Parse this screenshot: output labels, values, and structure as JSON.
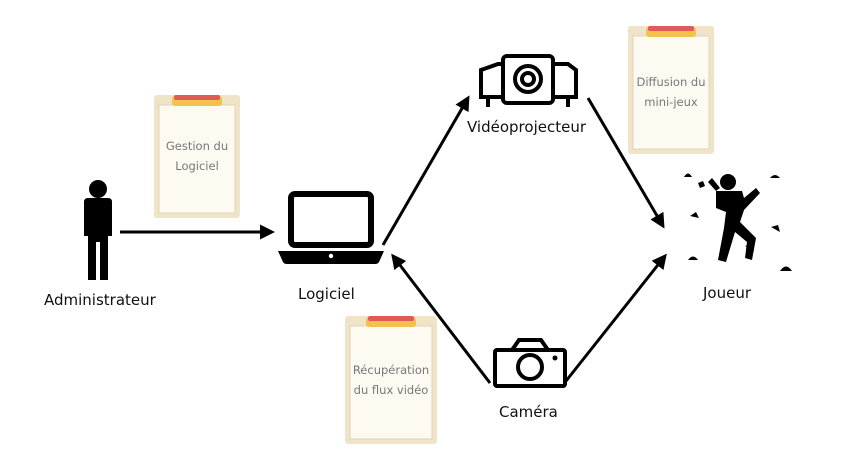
{
  "nodes": {
    "administrator": {
      "label": "Administrateur"
    },
    "software": {
      "label": "Logiciel"
    },
    "projector": {
      "label": "Vidéoprojecteur"
    },
    "camera": {
      "label": "Caméra"
    },
    "player": {
      "label": "Joueur"
    }
  },
  "notes": {
    "software_management": {
      "lines": [
        "Gestion du",
        "Logiciel"
      ]
    },
    "minigames_broadcast": {
      "lines": [
        "Diffusion du",
        "mini-jeux"
      ]
    },
    "video_feed_retrieval": {
      "lines": [
        "Récupération",
        "du flux vidéo"
      ]
    }
  },
  "colors": {
    "ink": "#000000",
    "clipboard_paper": "#fdfaf2",
    "clipboard_board": "#efe3c8",
    "clipboard_clip": "#e05a58",
    "clipboard_clip_inner": "#f2c14e",
    "note_text": "#777777"
  },
  "icons": [
    "person-icon",
    "laptop-icon",
    "projector-icon",
    "camera-icon",
    "climber-icon",
    "clipboard-icon"
  ]
}
